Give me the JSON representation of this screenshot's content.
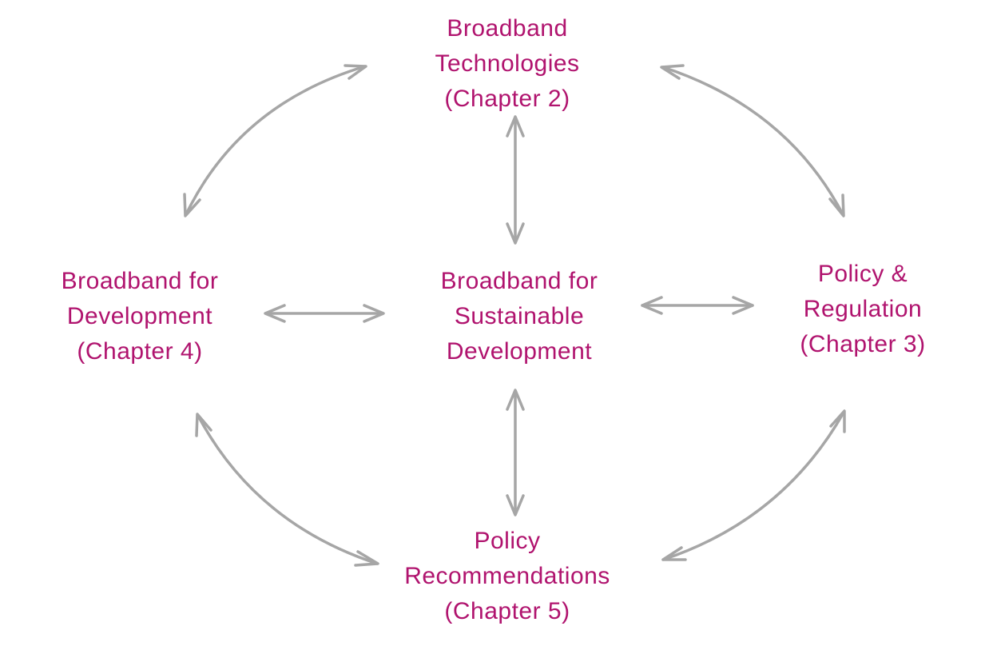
{
  "colors": {
    "node_text": "#b0136e",
    "arrow": "#a6a6a6"
  },
  "nodes": {
    "top": {
      "line1": "Broadband",
      "line2": "Technologies",
      "line3": "(Chapter 2)"
    },
    "left": {
      "line1": "Broadband for",
      "line2": "Development",
      "line3": "(Chapter 4)"
    },
    "center": {
      "line1": "Broadband for",
      "line2": "Sustainable",
      "line3": "Development"
    },
    "right": {
      "line1": "Policy &",
      "line2": "Regulation",
      "line3": "(Chapter 3)"
    },
    "bottom": {
      "line1": "Policy",
      "line2": "Recommendations",
      "line3": "(Chapter 5)"
    }
  },
  "connections": [
    {
      "from": "top",
      "to": "center",
      "direction": "both"
    },
    {
      "from": "center",
      "to": "bottom",
      "direction": "both"
    },
    {
      "from": "left",
      "to": "center",
      "direction": "both"
    },
    {
      "from": "center",
      "to": "right",
      "direction": "both"
    },
    {
      "from": "top",
      "to": "left",
      "direction": "both"
    },
    {
      "from": "top",
      "to": "right",
      "direction": "both"
    },
    {
      "from": "bottom",
      "to": "left",
      "direction": "both"
    },
    {
      "from": "bottom",
      "to": "right",
      "direction": "both"
    }
  ]
}
